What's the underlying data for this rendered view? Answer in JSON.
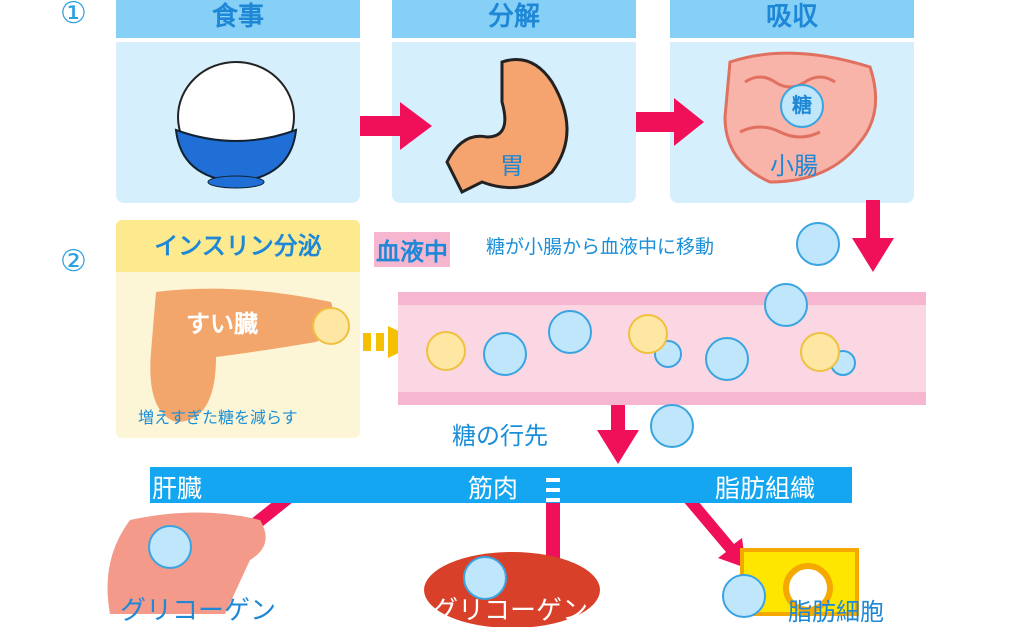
{
  "step1": {
    "number": "①",
    "panels": [
      {
        "title": "食事"
      },
      {
        "title": "分解",
        "label": "胃"
      },
      {
        "title": "吸収",
        "label": "小腸",
        "badge": "糖"
      }
    ]
  },
  "step2": {
    "number": "②",
    "insulin_title": "インスリン分泌",
    "pancreas": "すい臓",
    "pancreas_note": "増えすぎた糖を減らす",
    "blood_tag": "血液中",
    "blood_note": "糖が小腸から血液中に移動",
    "destination": "糖の行先"
  },
  "destinations": {
    "liver": "肝臓",
    "muscle": "筋肉",
    "fat": "脂肪組織",
    "liver_result": "グリコーゲン",
    "muscle_result": "グリコーゲン",
    "fat_result": "脂肪細胞"
  },
  "colors": {
    "arrow": "#f0105a",
    "panel": "#d6effc",
    "header": "#86d0f7",
    "bar": "#14a6f0",
    "blood": "#f9c6d8"
  }
}
